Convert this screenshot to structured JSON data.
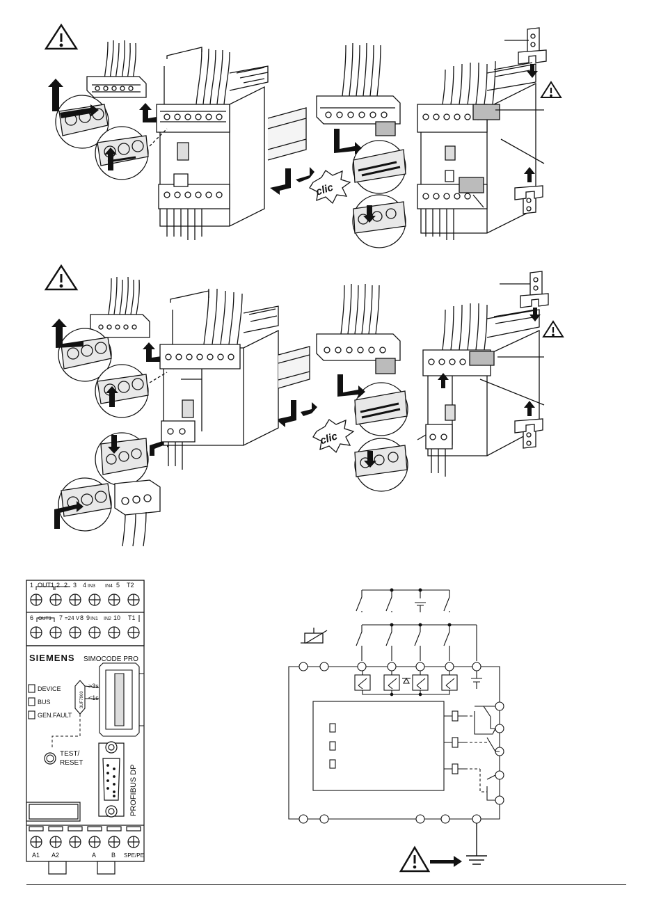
{
  "mounting": {
    "clic_top": "clic",
    "clic_bottom": "clic"
  },
  "device": {
    "brand": "SIEMENS",
    "model": "SIMOCODE PRO",
    "top_row_labels": [
      "1",
      "OUT1",
      "2",
      "2",
      "3",
      "4",
      "IN3",
      "IN4",
      "5",
      "T2"
    ],
    "mid_row_labels": [
      "6",
      "OUT3",
      "7",
      "=24 V",
      "8",
      "9",
      "IN1",
      "IN2",
      "10",
      "T1"
    ],
    "bottom_row_labels": [
      "A1",
      "A2",
      "A",
      "B",
      "SPE/PE"
    ],
    "leds": [
      "DEVICE",
      "BUS",
      "GEN.FAULT"
    ],
    "timing_long": ">3s",
    "timing_short": "<1s",
    "part_number": "3UF7900",
    "button_line1": "TEST/",
    "button_line2": "RESET",
    "bus_name": "PROFIBUS DP"
  },
  "icons": [
    "warning-icon",
    "thermistor-icon",
    "ground-icon"
  ]
}
